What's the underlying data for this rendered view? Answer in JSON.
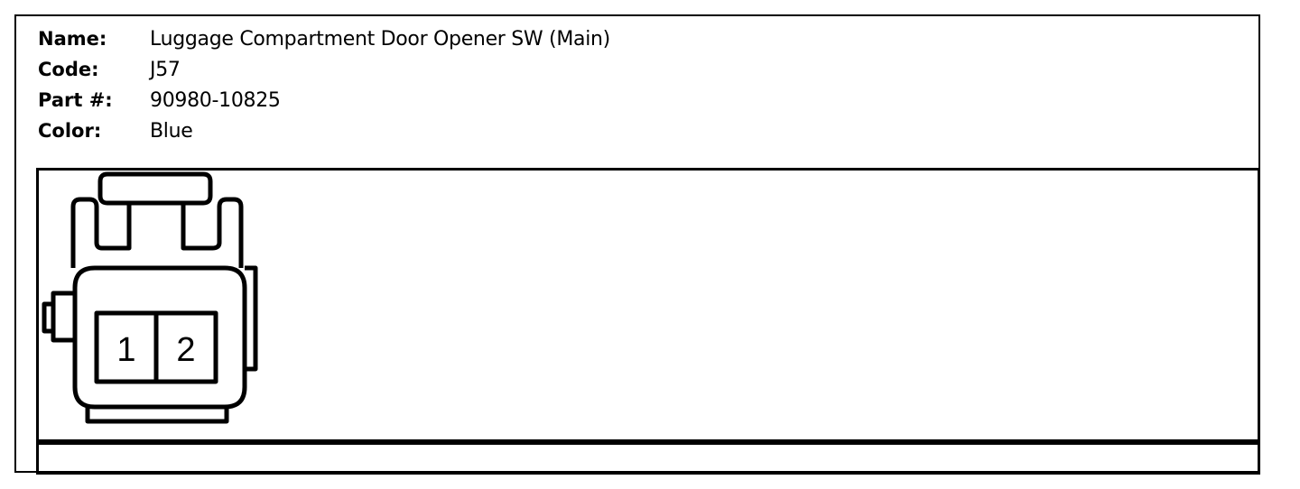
{
  "connector": {
    "fields": [
      {
        "label": "Name:",
        "value": "Luggage Compartment Door Opener SW (Main)"
      },
      {
        "label": "Code:",
        "value": "J57"
      },
      {
        "label": "Part #:",
        "value": "90980-10825"
      },
      {
        "label": "Color:",
        "value": "Blue"
      }
    ],
    "pins": [
      "1",
      "2"
    ]
  },
  "colors": {
    "line": "#000000",
    "background": "#ffffff"
  }
}
